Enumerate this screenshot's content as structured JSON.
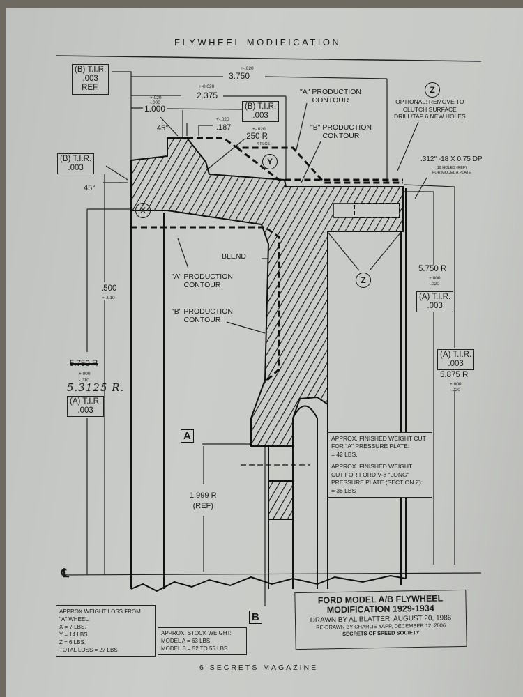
{
  "header": {
    "title": "FLYWHEEL MODIFICATION"
  },
  "dimensions": {
    "tir_b_ref": {
      "label": "(B) T.I.R.",
      "value": ".003",
      "note": "REF."
    },
    "d3750": {
      "value": "3.750",
      "tol": "+-.020"
    },
    "d2375": {
      "value": "2.375",
      "tol": "+-0.020"
    },
    "d1000": {
      "value": "1.000",
      "tol_plus": "+.020",
      "tol_minus": "-.000"
    },
    "tir_b_mid": {
      "label": "(B) T.I.R.",
      "value": ".003"
    },
    "angle_top": "45°",
    "d187": {
      "value": ".187",
      "tol": "+-.020"
    },
    "r250": {
      "value": ".250 R",
      "tol": "+-.020",
      "note": "4 PLCS"
    },
    "tir_b_left": {
      "label": "(B) T.I.R.",
      "value": ".003"
    },
    "angle_left": "45°",
    "d500": {
      "value": ".500",
      "tol": "+-.010"
    },
    "r5750_struck": {
      "value": "5.750 R",
      "tol_plus": "+.000",
      "tol_minus": "-.010",
      "handwritten": "5.3125 R."
    },
    "tir_a_left": {
      "label": "(A) T.I.R.",
      "value": ".003"
    },
    "r5750": {
      "value": "5.750 R",
      "tol_plus": "+.000",
      "tol_minus": "-.020"
    },
    "tir_a_right1": {
      "label": "(A) T.I.R.",
      "value": ".003"
    },
    "tir_a_right2": {
      "label": "(A) T.I.R.",
      "value": ".003"
    },
    "r5875": {
      "value": "5.875 R",
      "tol_plus": "+.000",
      "tol_minus": "-.020"
    },
    "r1999": {
      "value": "1.999 R",
      "note": "(REF)"
    },
    "thread": {
      "value": ".312\" -18 X 0.75 DP",
      "note1": "12 HOLES (REF)",
      "note2": "FOR MODEL A PLATE"
    }
  },
  "labels": {
    "a_contour_top": [
      "\"A\" PRODUCTION",
      "CONTOUR"
    ],
    "b_contour_top": [
      "\"B\" PRODUCTION",
      "CONTOUR"
    ],
    "optional": [
      "OPTIONAL: REMOVE TO",
      "CLUTCH SURFACE",
      "DRILL/TAP 6 NEW HOLES"
    ],
    "blend": "BLEND",
    "a_contour_mid": [
      "\"A\" PRODUCTION",
      "CONTOUR"
    ],
    "b_contour_mid": [
      "\"B\" PRODUCTION",
      "CONTOUR"
    ],
    "section_x": "X",
    "section_y": "Y",
    "section_z": "Z",
    "section_a": "A",
    "section_b": "B",
    "centerline": "℄"
  },
  "notes": {
    "weight_cut": [
      "APPROX. FINISHED WEIGHT CUT",
      "FOR \"A\" PRESSURE PLATE:",
      "= 42 LBS.",
      "APPROX. FINISHED WEIGHT",
      "CUT FOR FORD V-8 \"LONG\"",
      "PRESSURE PLATE (SECTION Z):",
      "= 36 LBS"
    ],
    "weight_loss": [
      "APPROX WEIGHT LOSS FROM",
      "\"A\" WHEEL:",
      "X = 7 LBS.",
      "Y = 14 LBS.",
      "Z = 6 LBS.",
      "TOTAL LOSS = 27  LBS"
    ],
    "stock_weight": [
      "APPROX. STOCK WEIGHT:",
      "MODEL A = 63 LBS",
      "MODEL B = 52 TO 55 LBS"
    ]
  },
  "title_block": {
    "line1": "FORD MODEL A/B FLYWHEEL",
    "line2": "MODIFICATION 1929-1934",
    "line3": "DRAWN BY AL BLATTER, AUGUST 20, 1986",
    "line4": "RE-DRAWN BY CHARLIE YAPP, DECEMBER 12, 2006",
    "line5": "SECRETS OF SPEED SOCIETY"
  },
  "footer": {
    "text": "6 SECRETS MAGAZINE"
  }
}
